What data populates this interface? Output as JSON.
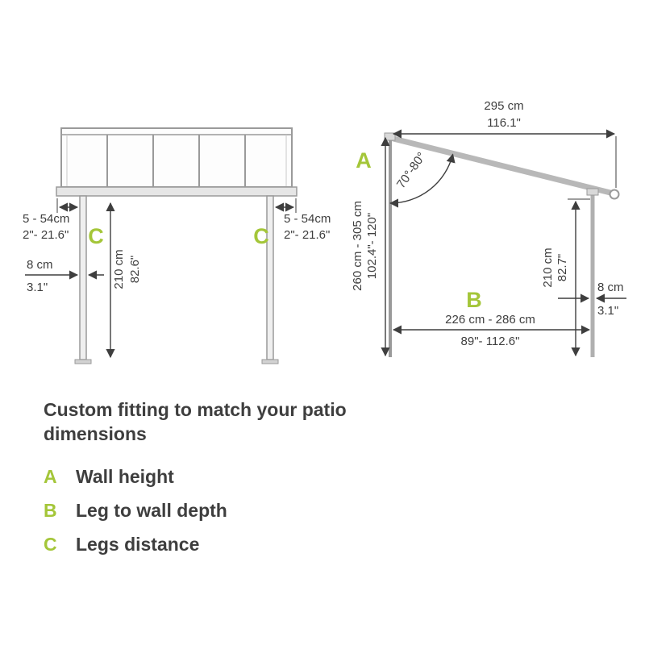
{
  "colors": {
    "accent": "#a4c639",
    "text": "#3e3e3e",
    "structure": "#9a9a9a"
  },
  "front_view": {
    "label_c_left": "C",
    "label_c_right": "C",
    "left_offset_cm": "5 - 54cm",
    "left_offset_in": "2\"- 21.6\"",
    "right_offset_cm": "5 - 54cm",
    "right_offset_in": "2\"- 21.6\"",
    "leg_width_cm": "8 cm",
    "leg_width_in": "3.1\"",
    "leg_height_cm": "210 cm",
    "leg_height_in": "82.6\""
  },
  "side_view": {
    "label_a": "A",
    "label_b": "B",
    "roof_length_cm": "295 cm",
    "roof_length_in": "116.1\"",
    "roof_angle": "70°-80°",
    "wall_height_cm": "260 cm - 305 cm",
    "wall_height_in": "102.4\"- 120\"",
    "leg_height_cm": "210 cm",
    "leg_height_in": "82.7\"",
    "leg_width_cm": "8 cm",
    "leg_width_in": "3.1\"",
    "depth_cm": "226 cm - 286 cm",
    "depth_in": "89\"- 112.6\""
  },
  "legend": {
    "title_line1": "Custom fitting to match your patio",
    "title_line2": "dimensions",
    "items": [
      {
        "key": "A",
        "label": "Wall height"
      },
      {
        "key": "B",
        "label": "Leg to wall depth"
      },
      {
        "key": "C",
        "label": "Legs distance"
      }
    ]
  }
}
